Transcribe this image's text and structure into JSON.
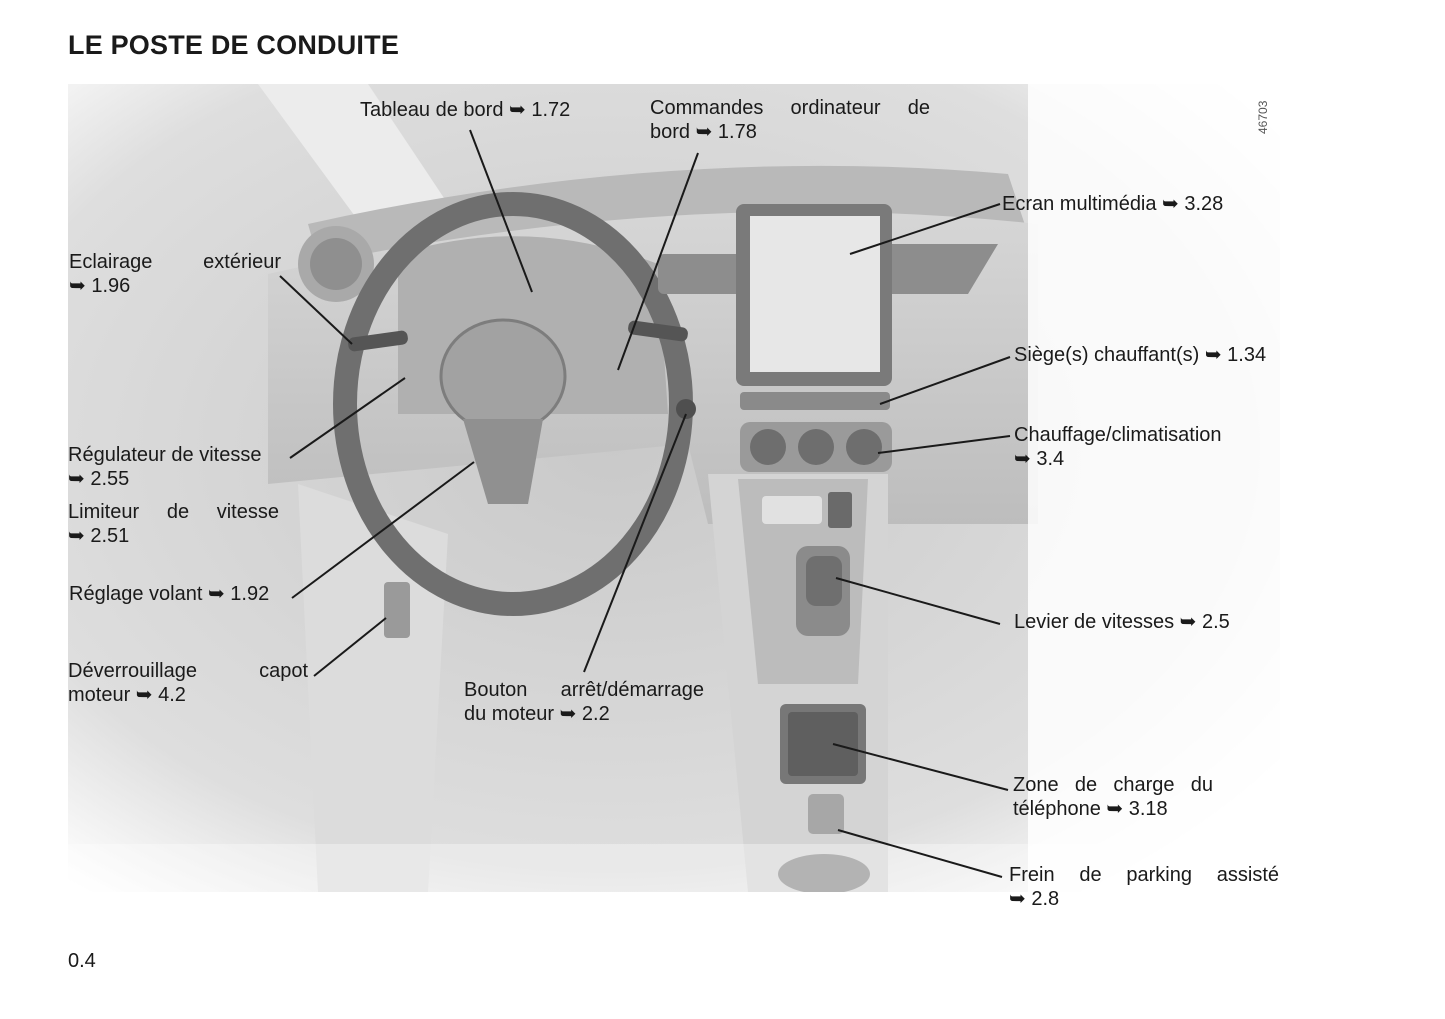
{
  "page": {
    "title": "LE POSTE DE CONDUITE",
    "page_number": "0.4",
    "figure_id": "46703"
  },
  "arrow": "➥",
  "callouts": [
    {
      "id": "tableau-de-bord",
      "l1": "Tableau de bord ➥ 1.72",
      "l2": ""
    },
    {
      "id": "commandes-ordinateur",
      "l1": "Commandes ordinateur de",
      "l2": "bord ➥ 1.78"
    },
    {
      "id": "eclairage-exterieur",
      "l1": "Eclairage extérieur",
      "l2": "➥ 1.96"
    },
    {
      "id": "ecran-multimedia",
      "l1": "Ecran multimédia ➥ 3.28",
      "l2": ""
    },
    {
      "id": "sieges-chauffants",
      "l1": "Siège(s) chauffant(s) ➥ 1.34",
      "l2": ""
    },
    {
      "id": "chauffage-climatisation",
      "l1": "Chauffage/climatisation",
      "l2": "➥ 3.4"
    },
    {
      "id": "regulateur-vitesse",
      "l1": "Régulateur de vitesse",
      "l2": "➥ 2.55"
    },
    {
      "id": "limiteur-vitesse",
      "l1": "Limiteur de vitesse",
      "l2": "➥ 2.51"
    },
    {
      "id": "reglage-volant",
      "l1": "Réglage volant ➥ 1.92",
      "l2": ""
    },
    {
      "id": "deverrouillage-capot",
      "l1": "Déverrouillage capot",
      "l2": "moteur ➥ 4.2"
    },
    {
      "id": "bouton-arret-demarrage",
      "l1": "Bouton arrêt/démarrage",
      "l2": "du moteur ➥ 2.2"
    },
    {
      "id": "levier-vitesses",
      "l1": "Levier de vitesses ➥ 2.5",
      "l2": ""
    },
    {
      "id": "zone-charge-telephone",
      "l1": "Zone de charge du",
      "l2": "téléphone ➥ 3.18"
    },
    {
      "id": "frein-parking",
      "l1": "Frein de parking assisté",
      "l2": "➥ 2.8"
    }
  ]
}
